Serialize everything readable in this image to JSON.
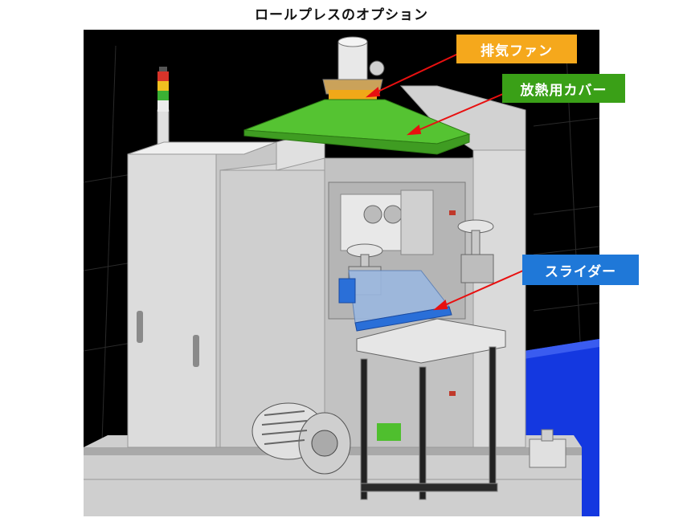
{
  "title": "ロールプレスのオプション",
  "callouts": {
    "exhaust_fan": {
      "label": "排気ファン",
      "color": "#f5a81c"
    },
    "heat_cover": {
      "label": "放熱用カバー",
      "color": "#3aa017"
    },
    "slider": {
      "label": "スライダー",
      "color": "#1f78d8"
    }
  },
  "colors": {
    "arrow": "#e81010",
    "background": "#000000",
    "machine_body": "#d9d9d9",
    "cover_green": "#4fbf2e",
    "slider_blue": "#2a6fd8",
    "base_blue": "#1438e0"
  }
}
